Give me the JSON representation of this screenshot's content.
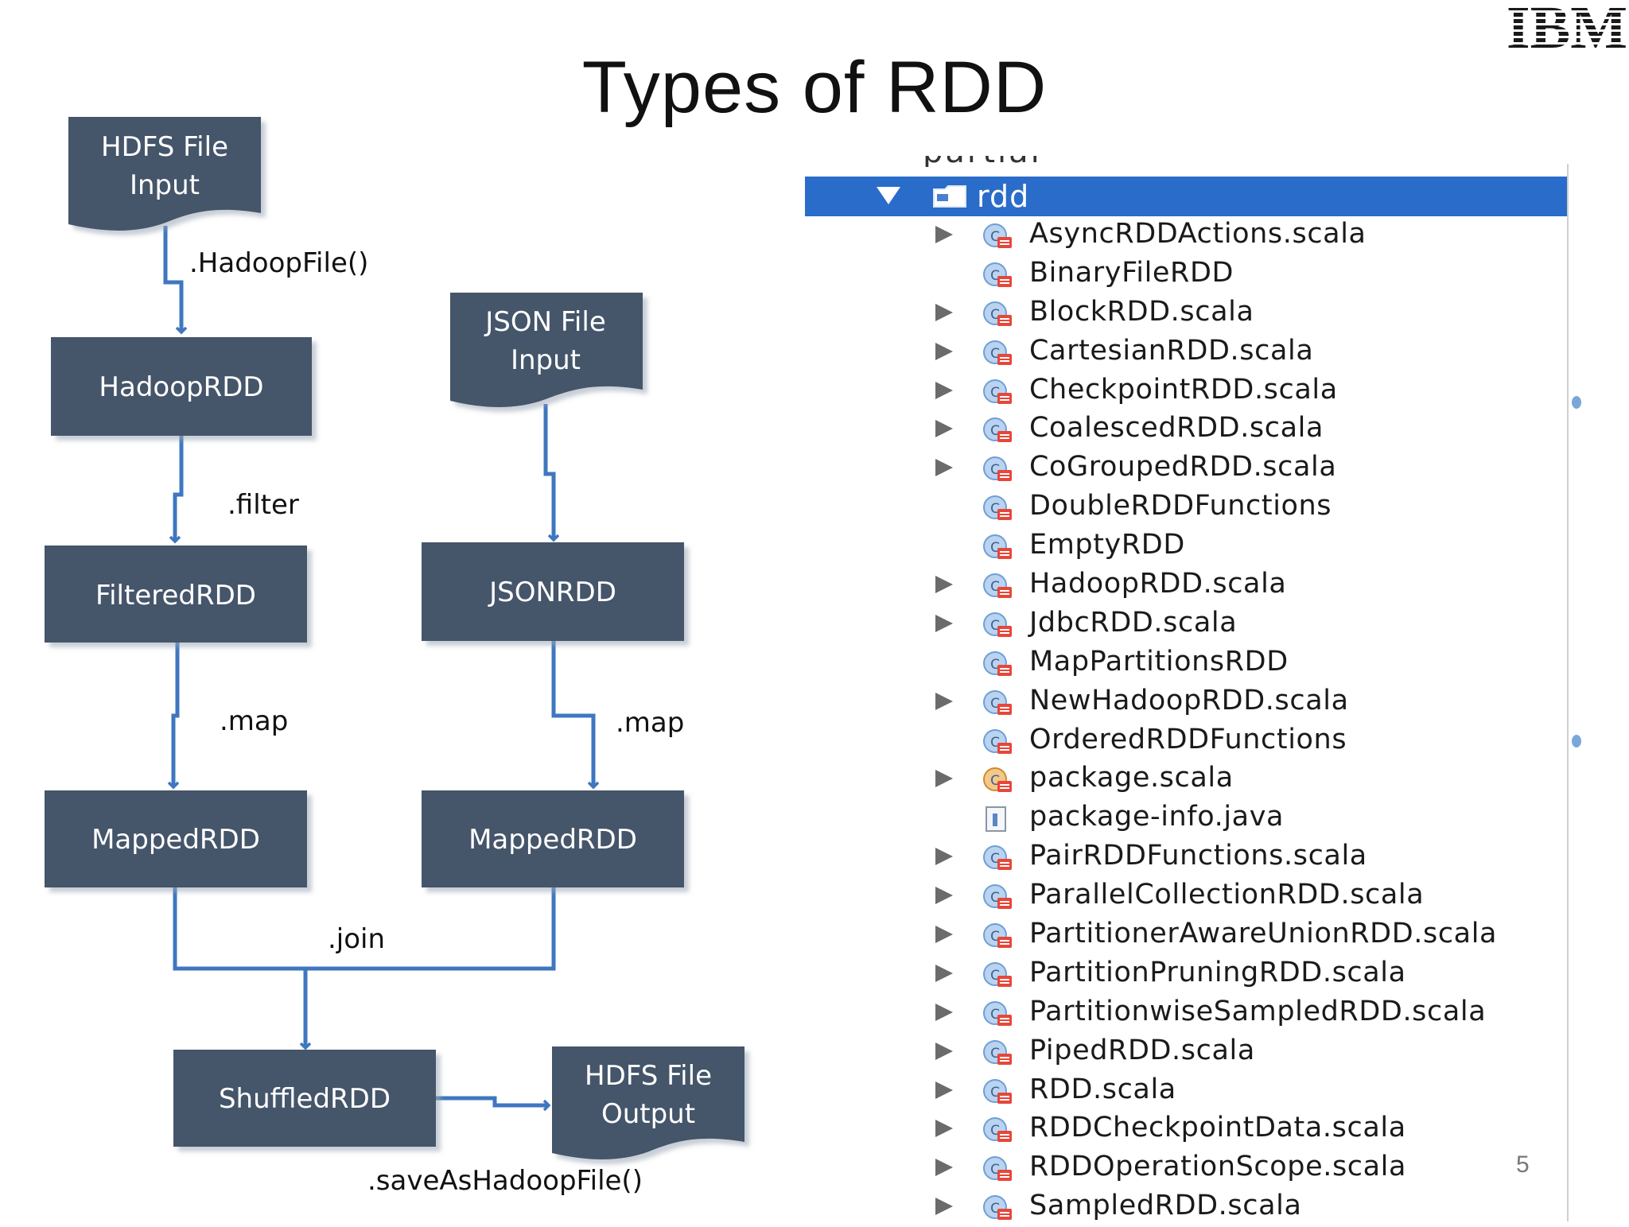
{
  "slide": {
    "title": "Types of RDD",
    "logo_text": "IBM",
    "page_number": "5"
  },
  "flow": {
    "nodes": {
      "hdfs_input": "HDFS File\nInput",
      "hadooprdd": "HadoopRDD",
      "json_input": "JSON File\nInput",
      "filteredrdd": "FilteredRDD",
      "jsonrdd": "JSONRDD",
      "mappedrdd_left": "MappedRDD",
      "mappedrdd_right": "MappedRDD",
      "shuffledrdd": "ShuffledRDD",
      "hdfs_output": "HDFS File\nOutput"
    },
    "edges": {
      "hadoopfile": ".HadoopFile()",
      "filter": ".filter",
      "map_left": ".map",
      "map_right": ".map",
      "join": ".join",
      "save": ".saveAsHadoopFile()"
    },
    "colors": {
      "node_fill": "#44546a",
      "node_shadow": "#c8cfd8",
      "arrow": "#3f77bf"
    }
  },
  "tree": {
    "partial_top": "partial",
    "folder": "rdd",
    "selection_color": "#2a6cc9",
    "items": [
      {
        "label": "AsyncRDDActions.scala",
        "expandable": true,
        "icon": "scala-class-icon"
      },
      {
        "label": "BinaryFileRDD",
        "expandable": false,
        "icon": "scala-class-icon"
      },
      {
        "label": "BlockRDD.scala",
        "expandable": true,
        "icon": "scala-class-icon"
      },
      {
        "label": "CartesianRDD.scala",
        "expandable": true,
        "icon": "scala-class-icon"
      },
      {
        "label": "CheckpointRDD.scala",
        "expandable": true,
        "icon": "scala-class-icon"
      },
      {
        "label": "CoalescedRDD.scala",
        "expandable": true,
        "icon": "scala-class-icon"
      },
      {
        "label": "CoGroupedRDD.scala",
        "expandable": true,
        "icon": "scala-class-icon"
      },
      {
        "label": "DoubleRDDFunctions",
        "expandable": false,
        "icon": "scala-class-icon"
      },
      {
        "label": "EmptyRDD",
        "expandable": false,
        "icon": "scala-class-icon"
      },
      {
        "label": "HadoopRDD.scala",
        "expandable": true,
        "icon": "scala-class-icon"
      },
      {
        "label": "JdbcRDD.scala",
        "expandable": true,
        "icon": "scala-class-icon"
      },
      {
        "label": "MapPartitionsRDD",
        "expandable": false,
        "icon": "scala-class-icon"
      },
      {
        "label": "NewHadoopRDD.scala",
        "expandable": true,
        "icon": "scala-class-icon"
      },
      {
        "label": "OrderedRDDFunctions",
        "expandable": false,
        "icon": "scala-class-icon"
      },
      {
        "label": "package.scala",
        "expandable": true,
        "icon": "scala-package-icon"
      },
      {
        "label": "package-info.java",
        "expandable": false,
        "icon": "java-file-icon"
      },
      {
        "label": "PairRDDFunctions.scala",
        "expandable": true,
        "icon": "scala-class-icon"
      },
      {
        "label": "ParallelCollectionRDD.scala",
        "expandable": true,
        "icon": "scala-class-icon"
      },
      {
        "label": "PartitionerAwareUnionRDD.scala",
        "expandable": true,
        "icon": "scala-class-icon"
      },
      {
        "label": "PartitionPruningRDD.scala",
        "expandable": true,
        "icon": "scala-class-icon"
      },
      {
        "label": "PartitionwiseSampledRDD.scala",
        "expandable": true,
        "icon": "scala-class-icon"
      },
      {
        "label": "PipedRDD.scala",
        "expandable": true,
        "icon": "scala-class-icon"
      },
      {
        "label": "RDD.scala",
        "expandable": true,
        "icon": "scala-class-icon"
      },
      {
        "label": "RDDCheckpointData.scala",
        "expandable": true,
        "icon": "scala-class-icon"
      },
      {
        "label": "RDDOperationScope.scala",
        "expandable": true,
        "icon": "scala-class-icon"
      },
      {
        "label": "SampledRDD.scala",
        "expandable": true,
        "icon": "scala-class-icon"
      }
    ]
  }
}
